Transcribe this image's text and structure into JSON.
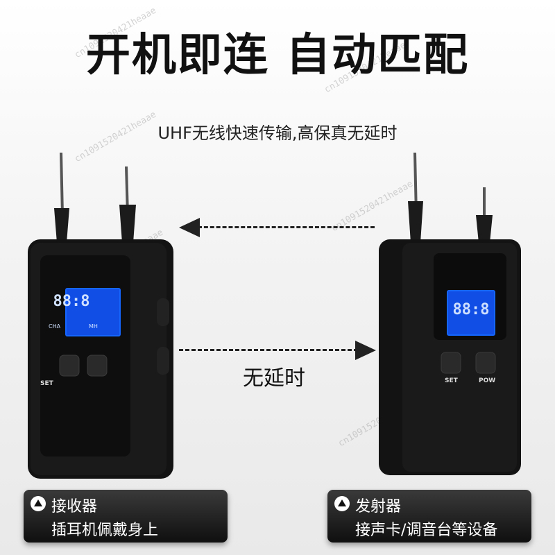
{
  "headline": "开机即连 自动匹配",
  "subline": "UHF无线快速传输,高保真无延时",
  "no_delay_label": "无延时",
  "receiver": {
    "set_label": "SET",
    "lcd_digits": "88:8",
    "lcd_left": "CHA",
    "lcd_right": "MH",
    "caption_title": "接收器",
    "caption_desc": "插耳机佩戴身上"
  },
  "transmitter": {
    "set_label": "SET",
    "pow_label": "POW",
    "lcd_digits": "88:8",
    "caption_title": "发射器",
    "caption_desc": "接声卡/调音台等设备"
  },
  "watermark": "cn1091520421heaae",
  "colors": {
    "device_body": "#121212",
    "lcd": "#1565ff",
    "caption_bg": "#1c1c1c"
  }
}
